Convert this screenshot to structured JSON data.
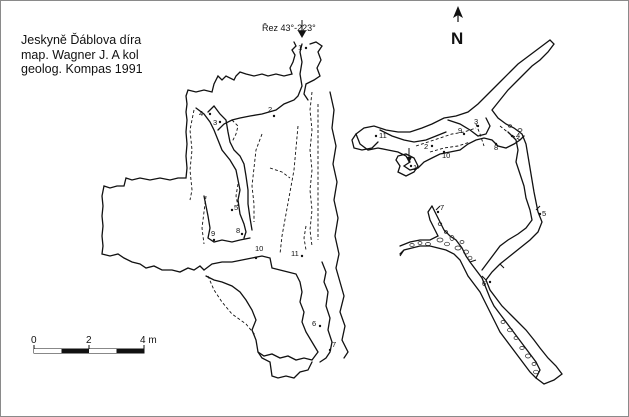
{
  "title": {
    "line1": "Jeskyně Ďáblova díra",
    "line2": "map. Wagner J. A kol",
    "line3": "geolog. Kompas 1991"
  },
  "section_label": "Řez 43°-223°",
  "north_label": "N",
  "scale_bar": {
    "labels": [
      "0",
      "2",
      "4 m"
    ],
    "max_m": 4
  },
  "stations_profile": [
    "1",
    "2",
    "3",
    "4",
    "5",
    "6",
    "7",
    "8",
    "9",
    "10",
    "11"
  ],
  "stations_plan": [
    "1",
    "2",
    "3",
    "4",
    "5",
    "6",
    "7",
    "8",
    "9",
    "10",
    "11"
  ],
  "colors": {
    "ink": "#111111",
    "frame": "#8a8a8a",
    "paper": "#ffffff"
  }
}
